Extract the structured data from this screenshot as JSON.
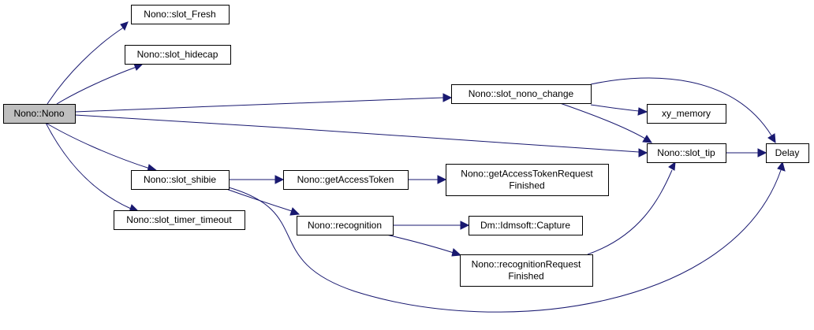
{
  "diagram": {
    "type": "call-graph",
    "colors": {
      "edge": "#191970",
      "root_fill": "#bfbfbf",
      "node_fill": "#ffffff",
      "node_border": "#000000"
    },
    "nodes": [
      {
        "id": "nono",
        "lines": [
          "Nono::Nono"
        ],
        "root": true
      },
      {
        "id": "fresh",
        "lines": [
          "Nono::slot_Fresh"
        ]
      },
      {
        "id": "hidecap",
        "lines": [
          "Nono::slot_hidecap"
        ]
      },
      {
        "id": "nono_change",
        "lines": [
          "Nono::slot_nono_change"
        ]
      },
      {
        "id": "shibie",
        "lines": [
          "Nono::slot_shibie"
        ]
      },
      {
        "id": "timer",
        "lines": [
          "Nono::slot_timer_timeout"
        ]
      },
      {
        "id": "xy_memory",
        "lines": [
          "xy_memory"
        ]
      },
      {
        "id": "slot_tip",
        "lines": [
          "Nono::slot_tip"
        ]
      },
      {
        "id": "delay",
        "lines": [
          "Delay"
        ]
      },
      {
        "id": "getAccessToken",
        "lines": [
          "Nono::getAccessToken"
        ]
      },
      {
        "id": "getAccessTokenReq",
        "lines": [
          "Nono::getAccessTokenRequest",
          "Finished"
        ]
      },
      {
        "id": "recognition",
        "lines": [
          "Nono::recognition"
        ]
      },
      {
        "id": "capture",
        "lines": [
          "Dm::Idmsoft::Capture"
        ]
      },
      {
        "id": "recognitionReq",
        "lines": [
          "Nono::recognitionRequest",
          "Finished"
        ]
      }
    ],
    "edges": [
      {
        "from": "nono",
        "to": "fresh"
      },
      {
        "from": "nono",
        "to": "hidecap"
      },
      {
        "from": "nono",
        "to": "nono_change"
      },
      {
        "from": "nono",
        "to": "slot_tip"
      },
      {
        "from": "nono",
        "to": "shibie"
      },
      {
        "from": "nono",
        "to": "timer"
      },
      {
        "from": "nono_change",
        "to": "delay"
      },
      {
        "from": "nono_change",
        "to": "xy_memory"
      },
      {
        "from": "nono_change",
        "to": "slot_tip"
      },
      {
        "from": "slot_tip",
        "to": "delay"
      },
      {
        "from": "shibie",
        "to": "getAccessToken"
      },
      {
        "from": "shibie",
        "to": "recognition"
      },
      {
        "from": "shibie",
        "to": "delay"
      },
      {
        "from": "getAccessToken",
        "to": "getAccessTokenReq"
      },
      {
        "from": "recognition",
        "to": "capture"
      },
      {
        "from": "recognition",
        "to": "recognitionReq"
      },
      {
        "from": "recognitionReq",
        "to": "slot_tip"
      }
    ]
  }
}
